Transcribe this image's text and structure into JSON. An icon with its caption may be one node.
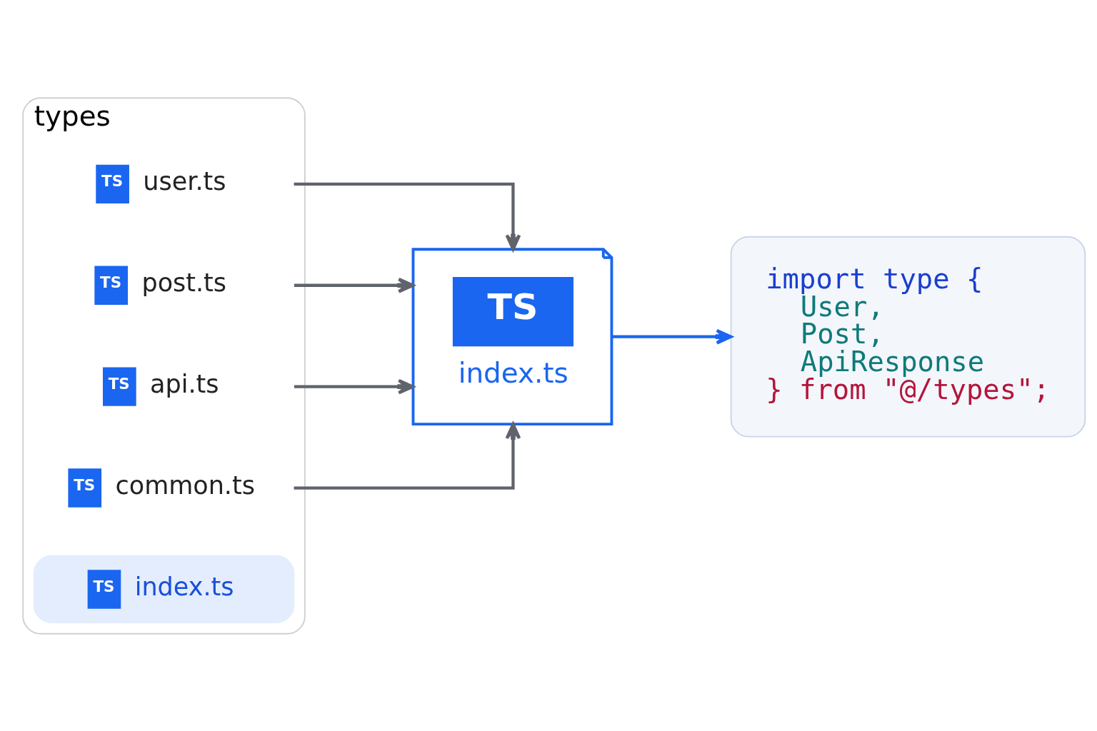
{
  "diagram": {
    "nodes": [
      {
        "text": [
          "types"
        ]
      },
      {
        "text": [
          "TS",
          "user.ts"
        ],
        "in": 0
      },
      {
        "text": [
          "TS",
          "post.ts"
        ],
        "in": 0
      },
      {
        "text": [
          "TS",
          "api.ts"
        ],
        "in": 0
      },
      {
        "text": [
          "TS",
          "common.ts"
        ],
        "in": 0
      },
      {
        "text": [
          "TS",
          "index.ts"
        ],
        "in": 0
      },
      {
        "text": [
          "TS",
          "index.ts"
        ]
      },
      {
        "text": [
          "import type {",
          "User,",
          "Post,",
          "ApiResponse",
          "} from \"@/types\";"
        ]
      }
    ],
    "edges": [
      {
        "from": 1,
        "to": 6,
        "arrow": "to"
      },
      {
        "from": 2,
        "to": 6,
        "arrow": "to"
      },
      {
        "from": 3,
        "to": 6,
        "arrow": "to"
      },
      {
        "from": 4,
        "to": 6,
        "arrow": "to"
      },
      {
        "from": 6,
        "to": 7,
        "arrow": "to",
        "color": "#1a66f0"
      }
    ]
  }
}
